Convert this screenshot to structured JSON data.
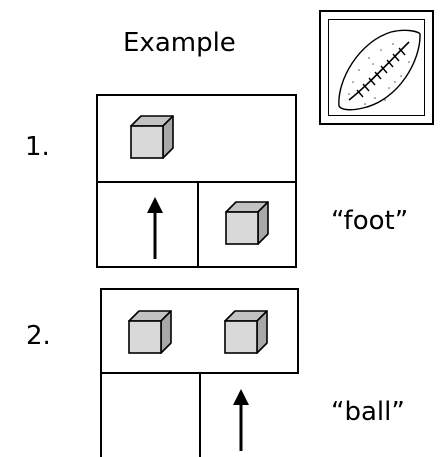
{
  "example": {
    "title": "Example",
    "image_icon": "football-icon"
  },
  "items": [
    {
      "number": "1.",
      "word": "“foot”",
      "top_row": [
        "cube"
      ],
      "bottom_row": [
        "arrow-up",
        "cube"
      ]
    },
    {
      "number": "2.",
      "word": "“ball”",
      "top_row": [
        "cube",
        "cube"
      ],
      "bottom_row": [
        "empty",
        "arrow-up"
      ]
    }
  ],
  "icons": {
    "cube_face": "#d9d9d9",
    "cube_top": "#c2c2c2",
    "cube_side": "#a8a8a8",
    "football_fill": "#ffffff",
    "stroke": "#000000"
  }
}
